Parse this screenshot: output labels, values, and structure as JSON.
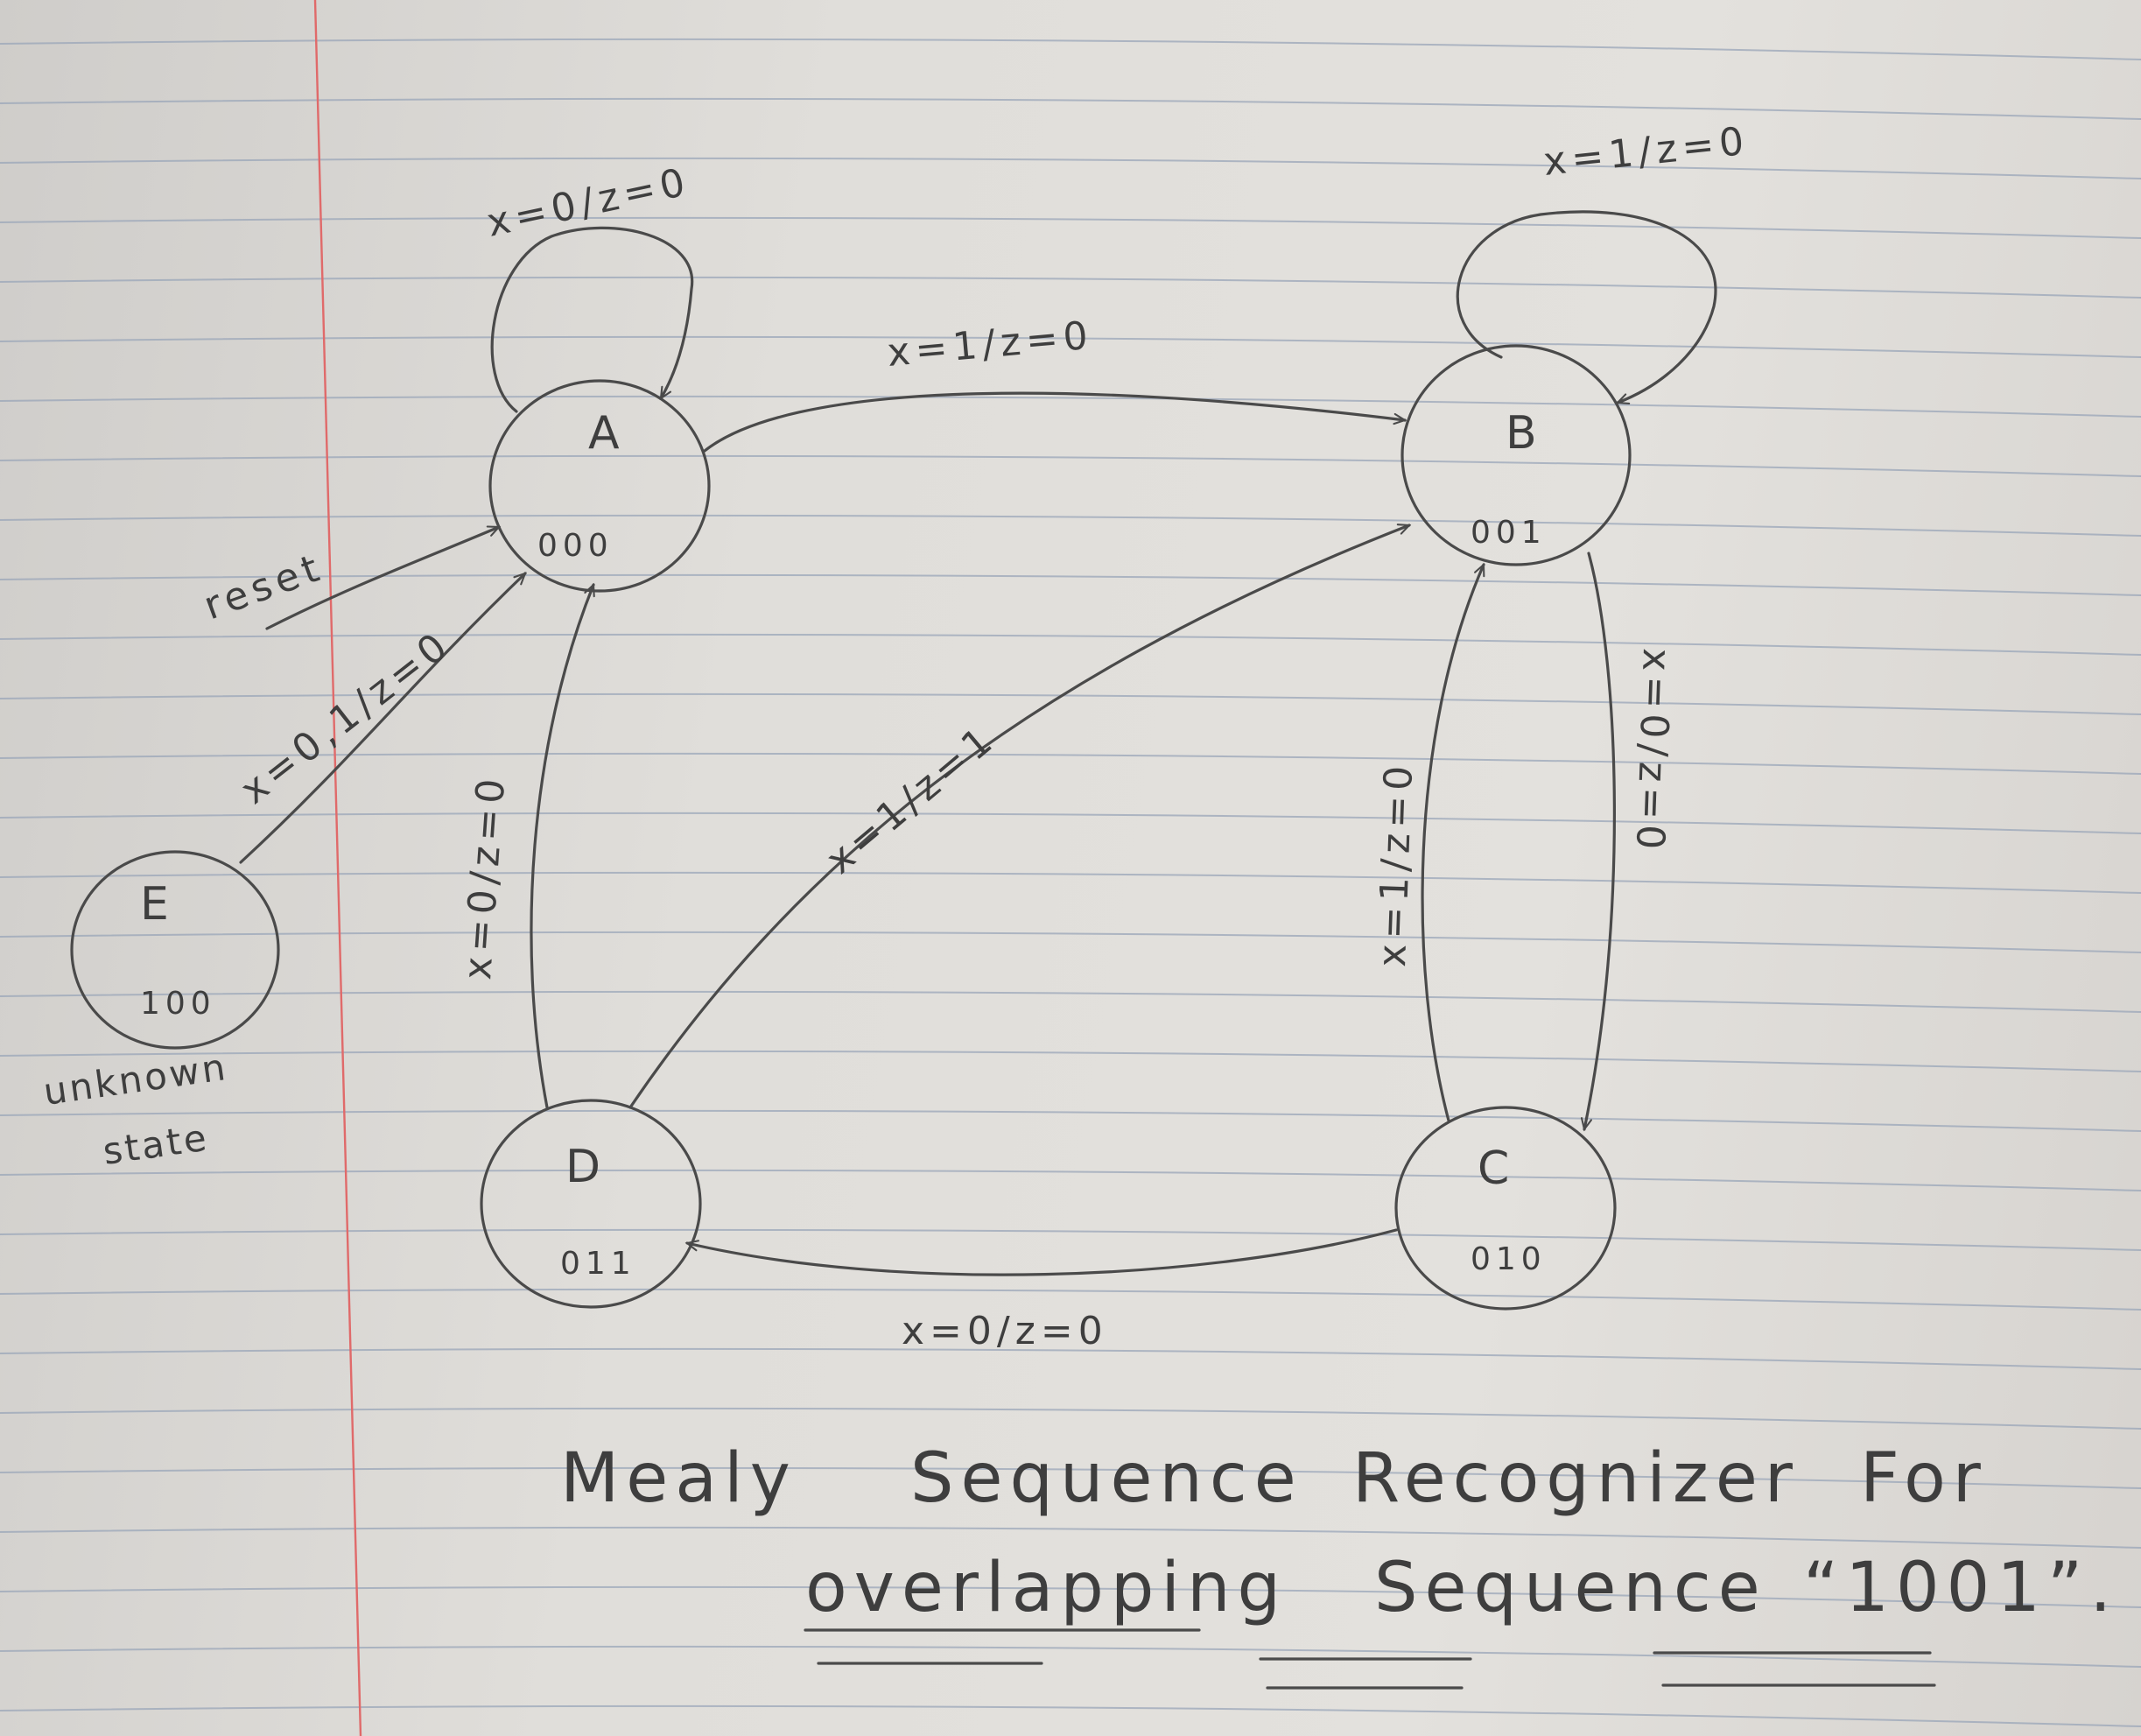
{
  "title": {
    "line1": [
      "Mealy",
      "Sequence",
      "Recognizer",
      "For"
    ],
    "line2": [
      "overlapping",
      "Sequence",
      "“1001”."
    ]
  },
  "states": [
    {
      "id": "A",
      "name": "A",
      "code": "000"
    },
    {
      "id": "B",
      "name": "B",
      "code": "001"
    },
    {
      "id": "C",
      "name": "C",
      "code": "010"
    },
    {
      "id": "D",
      "name": "D",
      "code": "011"
    },
    {
      "id": "E",
      "name": "E",
      "code": "100",
      "note": [
        "unknown",
        "state"
      ]
    }
  ],
  "transitions": [
    {
      "from": "A",
      "to": "A",
      "label": "x=0/z=0"
    },
    {
      "from": "A",
      "to": "B",
      "label": "x=1/z=0"
    },
    {
      "from": "B",
      "to": "B",
      "label": "x=1/z=0"
    },
    {
      "from": "B",
      "to": "C",
      "label": "x=0/z=0"
    },
    {
      "from": "C",
      "to": "B",
      "label": "x=1/z=0"
    },
    {
      "from": "C",
      "to": "D",
      "label": "x=0/z=0"
    },
    {
      "from": "D",
      "to": "A",
      "label": "x=0/z=0"
    },
    {
      "from": "D",
      "to": "B",
      "label": "x=1/z=1"
    },
    {
      "from": "E",
      "to": "A",
      "label": "x=0,1/z=0"
    },
    {
      "from": "reset",
      "to": "A",
      "label": "reset"
    }
  ],
  "colors": {
    "ink": "#4a4a4a",
    "margin_line": "#e06a6a",
    "rule_line": "#9aa6b8"
  }
}
